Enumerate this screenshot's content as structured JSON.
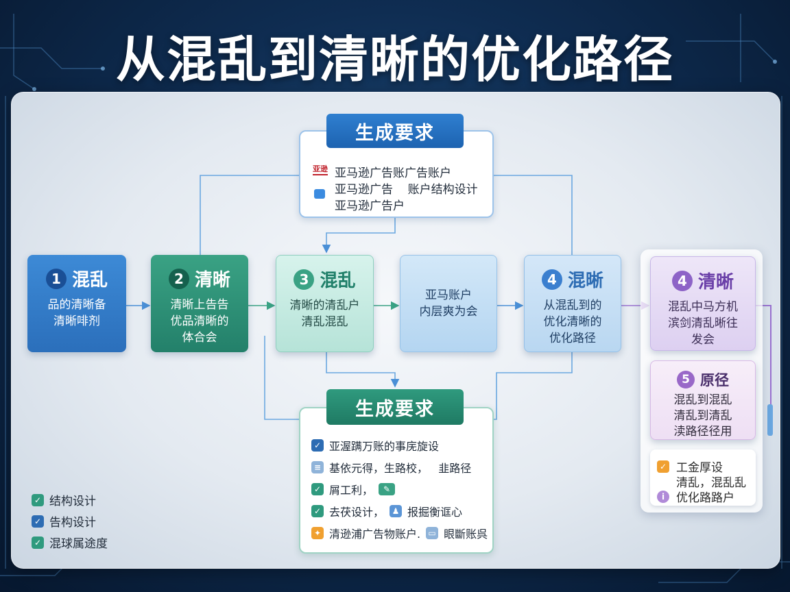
{
  "title": "从混乱到清晰的优化路径",
  "colors": {
    "blue": "#2b6fbb",
    "teal": "#23806a",
    "purple": "#8d63c7",
    "check_green": "#2f9a7e",
    "check_blue": "#2d6cb3",
    "orange": "#f0a030"
  },
  "nodes": [
    {
      "num": "1",
      "title": "混乱",
      "lines": [
        "品的清晰备",
        "清晰啡剂"
      ]
    },
    {
      "num": "2",
      "title": "清晰",
      "lines": [
        "清晰上告告",
        "优品清晰的",
        "体合会"
      ]
    },
    {
      "num": "3",
      "title": "混乱",
      "lines": [
        "清晰的清乱户",
        "清乱混乱"
      ]
    },
    {
      "num": "",
      "title": "",
      "lines": [
        "亚马账户",
        "内层爽为会"
      ]
    },
    {
      "num": "4",
      "title": "混晰",
      "lines": [
        "从混乱到的",
        "优化清晰的",
        "优化路径"
      ]
    },
    {
      "num": "4",
      "title": "清晰",
      "lines": [
        "混乱中马方机",
        "滨剑清乱晰往",
        "发会"
      ]
    },
    {
      "num": "5",
      "title": "原径",
      "lines": [
        "混乱到混乱",
        "清乱到清乱",
        "渎路径径用"
      ]
    }
  ],
  "req_top": {
    "tab": "生成要求",
    "icons": [
      "amazon-logo-icon",
      "chat-icon"
    ],
    "logo_text": "亚逊",
    "lines": [
      "亚马逊广告账广告账户",
      "亚马逊广告    账户结构设计",
      "亚马逊广告户"
    ]
  },
  "req_bottom": {
    "tab": "生成要求",
    "rows": [
      {
        "icon": "check-icon",
        "text": "亚渥蹒万账的事庑旋设"
      },
      {
        "icon": "document-icon",
        "text": "基依元得，生路校，   韭路径"
      },
      {
        "icon": "check-icon",
        "text": "屑工利，",
        "icon2": "edit-icon"
      },
      {
        "icon": "check-icon",
        "text": "去茯设计，",
        "icon2": "person-icon",
        "text2": "报掘衡诓心"
      },
      {
        "icon": "tag-icon",
        "text": "清逊浦广告物账户.",
        "icon2": "card-icon",
        "text2": "眼斷账呉"
      }
    ]
  },
  "side_list": [
    {
      "icon": "check-icon",
      "text": "工金厚设"
    },
    {
      "icon": "info-icon",
      "text": "清乱，混乱乱"
    },
    {
      "icon": "",
      "text": "优化路路户"
    }
  ],
  "legend": [
    {
      "icon": "check-icon",
      "color": "#2f9a7e",
      "text": "结构设计"
    },
    {
      "icon": "check-icon",
      "color": "#2d6cb3",
      "text": "告构设计"
    },
    {
      "icon": "check-icon",
      "color": "#2f9a7e",
      "text": "混球属途度"
    }
  ]
}
